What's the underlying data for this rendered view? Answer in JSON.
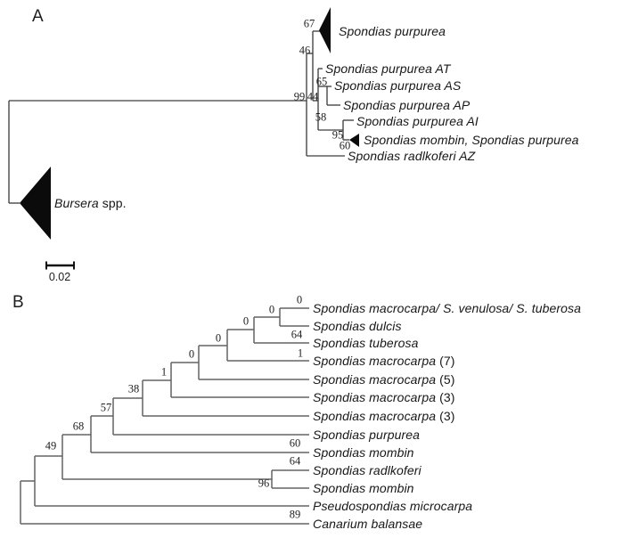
{
  "figure": {
    "panel_a": {
      "label": "A",
      "scale_bar": "0.02",
      "tips": [
        {
          "it": "Spondias purpurea",
          "ro": ""
        },
        {
          "it": "Spondias purpurea AT",
          "ro": ""
        },
        {
          "it": "Spondias purpurea AS",
          "ro": ""
        },
        {
          "it": "Spondias purpurea AP",
          "ro": ""
        },
        {
          "it": "Spondias purpurea AI",
          "ro": ""
        },
        {
          "it": "Spondias mombin, Spondias purpurea",
          "ro": ""
        },
        {
          "it": "Spondias radlkoferi AZ",
          "ro": ""
        },
        {
          "it": "Bursera",
          "ro": " spp."
        }
      ],
      "supports": [
        "67",
        "46",
        "99",
        "44",
        "65",
        "58",
        "95",
        "60"
      ]
    },
    "panel_b": {
      "label": "B",
      "tips": [
        {
          "it": "Spondias macrocarpa/ S. venulosa/ S. tuberosa",
          "ro": ""
        },
        {
          "it": "Spondias dulcis",
          "ro": ""
        },
        {
          "it": "Spondias tuberosa",
          "ro": ""
        },
        {
          "it": "Spondias macrocarpa",
          "ro": " (7)"
        },
        {
          "it": "Spondias macrocarpa",
          "ro": " (5)"
        },
        {
          "it": "Spondias macrocarpa",
          "ro": " (3)"
        },
        {
          "it": "Spondias macrocarpa",
          "ro": " (3)"
        },
        {
          "it": "Spondias purpurea",
          "ro": ""
        },
        {
          "it": "Spondias mombin",
          "ro": ""
        },
        {
          "it": "Spondias radlkoferi",
          "ro": ""
        },
        {
          "it": "Spondias mombin",
          "ro": ""
        },
        {
          "it": "Pseudospondias microcarpa",
          "ro": ""
        },
        {
          "it": "Canarium balansae",
          "ro": ""
        }
      ],
      "supports": [
        "0",
        "0",
        "0",
        "64",
        "0",
        "1",
        "0",
        "1",
        "38",
        "57",
        "68",
        "49",
        "60",
        "64",
        "96",
        "89"
      ]
    }
  }
}
